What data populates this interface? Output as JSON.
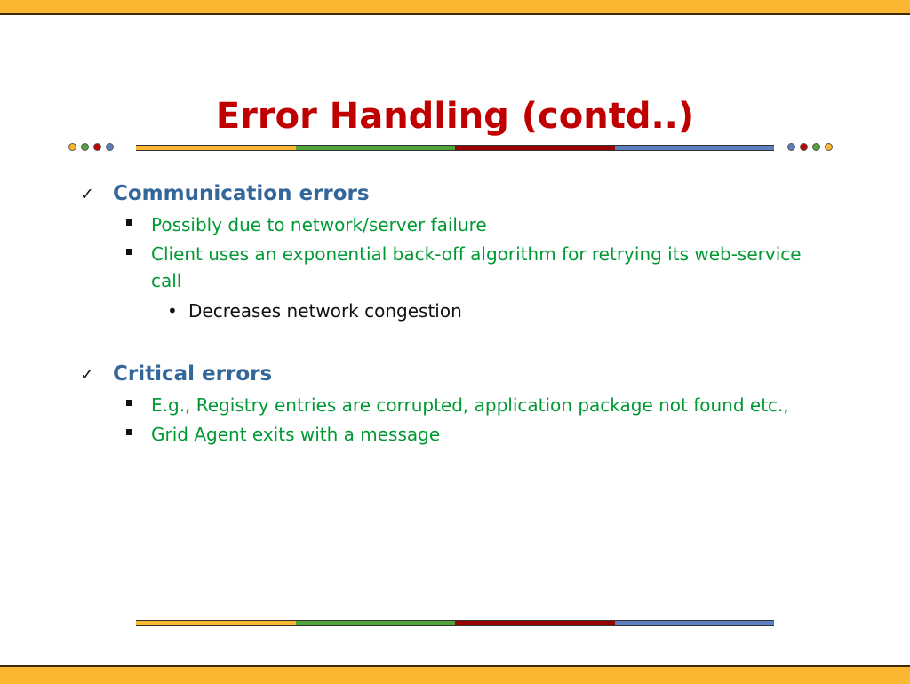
{
  "slide": {
    "title": "Error Handling (contd..)",
    "colors": {
      "band": "#fbb731",
      "title": "#c00000",
      "heading": "#336699",
      "subitem": "#009933",
      "divider_segments": [
        "#fbb731",
        "#53a33b",
        "#990000",
        "#5b7fbf"
      ],
      "dots_left": [
        "#fbb731",
        "#53a33b",
        "#c00000",
        "#5b7fbf"
      ],
      "dots_right": [
        "#5b7fbf",
        "#c00000",
        "#53a33b",
        "#fbb731"
      ]
    },
    "sections": [
      {
        "heading": "Communication errors",
        "items": [
          {
            "text": "Possibly due to network/server failure"
          },
          {
            "text": "Client uses an exponential back-off algorithm for retrying its web-service call",
            "subitems": [
              "Decreases network congestion"
            ]
          }
        ]
      },
      {
        "heading": "Critical errors",
        "items": [
          {
            "text": "E.g., Registry entries are corrupted, application package not found etc.,"
          },
          {
            "text": "Grid Agent exits with a message"
          }
        ]
      }
    ]
  }
}
